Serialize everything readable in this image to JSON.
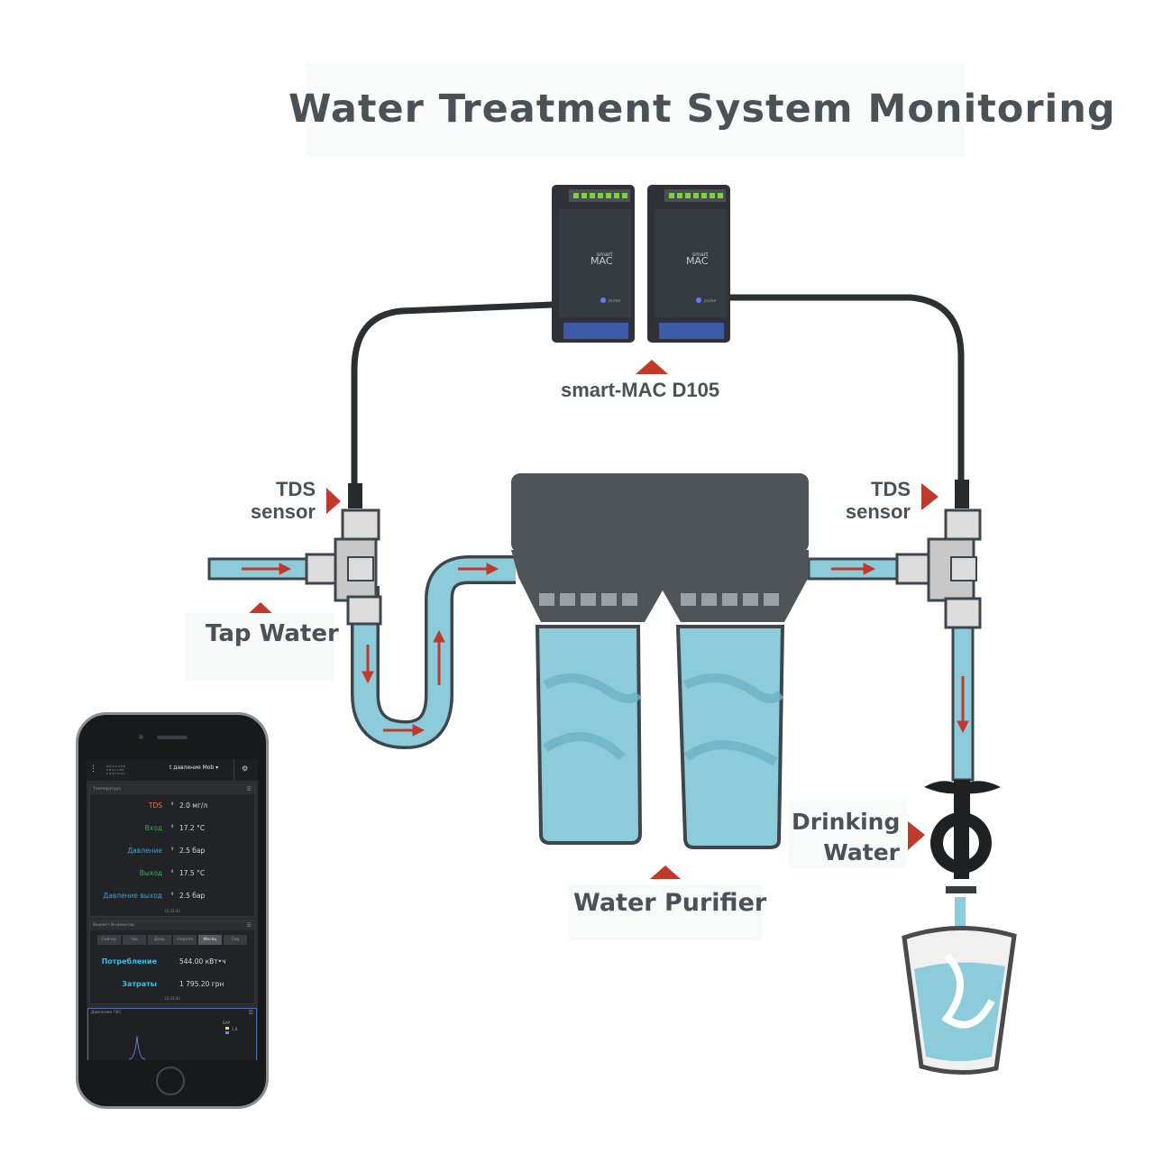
{
  "title": "Water Treatment System Monitoring",
  "labels": {
    "controller": "smart-MAC D105",
    "tds_left": [
      "TDS",
      "sensor"
    ],
    "tds_right": [
      "TDS",
      "sensor"
    ],
    "tap_water": "Tap Water",
    "drinking_water": [
      "Drinking",
      "Water"
    ],
    "water_purifier": "Water Purifier"
  },
  "device": {
    "logo_small": "smart",
    "logo_main": "MAC",
    "led_label": "pulse"
  },
  "phone": {
    "logo_text": "MEASURE ANALYZE CONTROL",
    "dashboard": "t давление Mob",
    "panel1": {
      "title": "Температура",
      "rows": [
        {
          "key": "TDS",
          "value": "2.0 мг/л",
          "color": "#e8713a"
        },
        {
          "key": "Вход",
          "value": "17.2 °C",
          "color": "#3fa34d"
        },
        {
          "key": "Давление",
          "value": "2.5 бар",
          "color": "#2fa6d8"
        },
        {
          "key": "Выход",
          "value": "17.5 °C",
          "color": "#4aa85a"
        },
        {
          "key": "Давление выход",
          "value": "2.5 бар",
          "color": "#2fa6d8"
        }
      ],
      "timestamp": "15:33:42"
    },
    "panel2": {
      "title": "Виджет Индикатор",
      "tabs": [
        "Сейчас",
        "Час",
        "День",
        "Неделя",
        "Месяц",
        "Год"
      ],
      "active_tab": "Месяц",
      "rows": [
        {
          "key": "Потребление",
          "value": "544.00 кВт•ч"
        },
        {
          "key": "Затраты",
          "value": "1 795.20 грн"
        }
      ],
      "timestamp": "15:33:42"
    },
    "panel3": {
      "title": "Давление ГВС",
      "legend_unit": "БАР",
      "legend_value": "1.8"
    }
  },
  "colors": {
    "pipe_water": "#8ccbd9",
    "pipe_outline": "#3e454b",
    "arrow": "#c0392b",
    "housing": "#4f5458",
    "cable": "#2e2f31",
    "text": "#4a5258",
    "accent_cyan": "#2fbfe6"
  }
}
